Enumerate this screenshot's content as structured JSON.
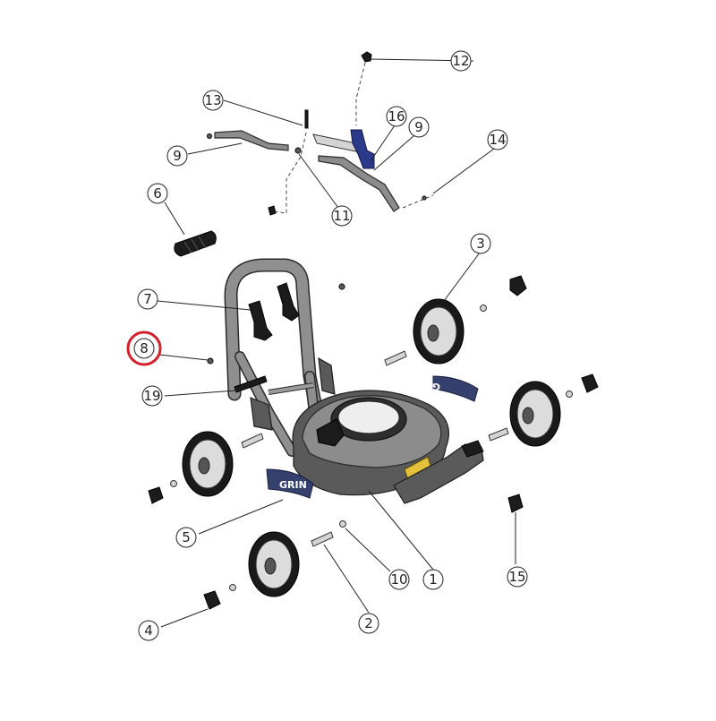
{
  "diagram": {
    "highlight_color": "#d4202c",
    "highlighted_part": "8",
    "callouts": [
      {
        "id": "callout-1",
        "label": "1"
      },
      {
        "id": "callout-2",
        "label": "2"
      },
      {
        "id": "callout-3",
        "label": "3"
      },
      {
        "id": "callout-4",
        "label": "4"
      },
      {
        "id": "callout-5",
        "label": "5"
      },
      {
        "id": "callout-6",
        "label": "6"
      },
      {
        "id": "callout-7",
        "label": "7"
      },
      {
        "id": "callout-8",
        "label": "8"
      },
      {
        "id": "callout-9a",
        "label": "9"
      },
      {
        "id": "callout-9b",
        "label": "9"
      },
      {
        "id": "callout-10",
        "label": "10"
      },
      {
        "id": "callout-11",
        "label": "11"
      },
      {
        "id": "callout-12",
        "label": "12"
      },
      {
        "id": "callout-13",
        "label": "13"
      },
      {
        "id": "callout-14",
        "label": "14"
      },
      {
        "id": "callout-15",
        "label": "15"
      },
      {
        "id": "callout-16",
        "label": "16"
      },
      {
        "id": "callout-19",
        "label": "19"
      }
    ],
    "decals": {
      "front_left": "GRIN",
      "rear_right": "GRIN"
    }
  }
}
